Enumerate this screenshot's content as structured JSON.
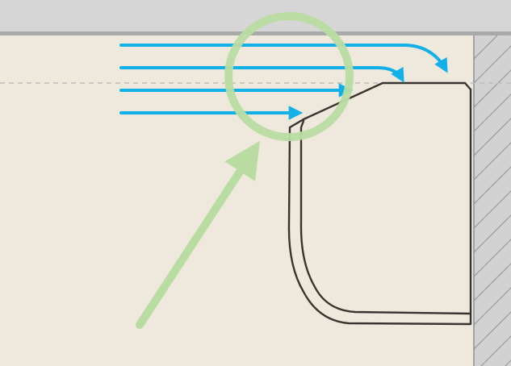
{
  "colors": {
    "background": "#efe8dd",
    "ceiling": "#d6d6d6",
    "ceiling_edge": "#a9a9a9",
    "wall": "#d2d2d2",
    "wall_hatch": "#9a9a9a",
    "unit_outline": "#3a3431",
    "airflow": "#12b0e8",
    "highlight": "#b9dca2",
    "reference_line": "#bcbcbc"
  },
  "diagram": {
    "elements": [
      "ceiling",
      "wall",
      "air-conditioner-indoor-unit",
      "airflow-arrows",
      "highlight-circle",
      "pointer-arrow",
      "reference-line"
    ],
    "airflow_arrow_count": 4
  }
}
